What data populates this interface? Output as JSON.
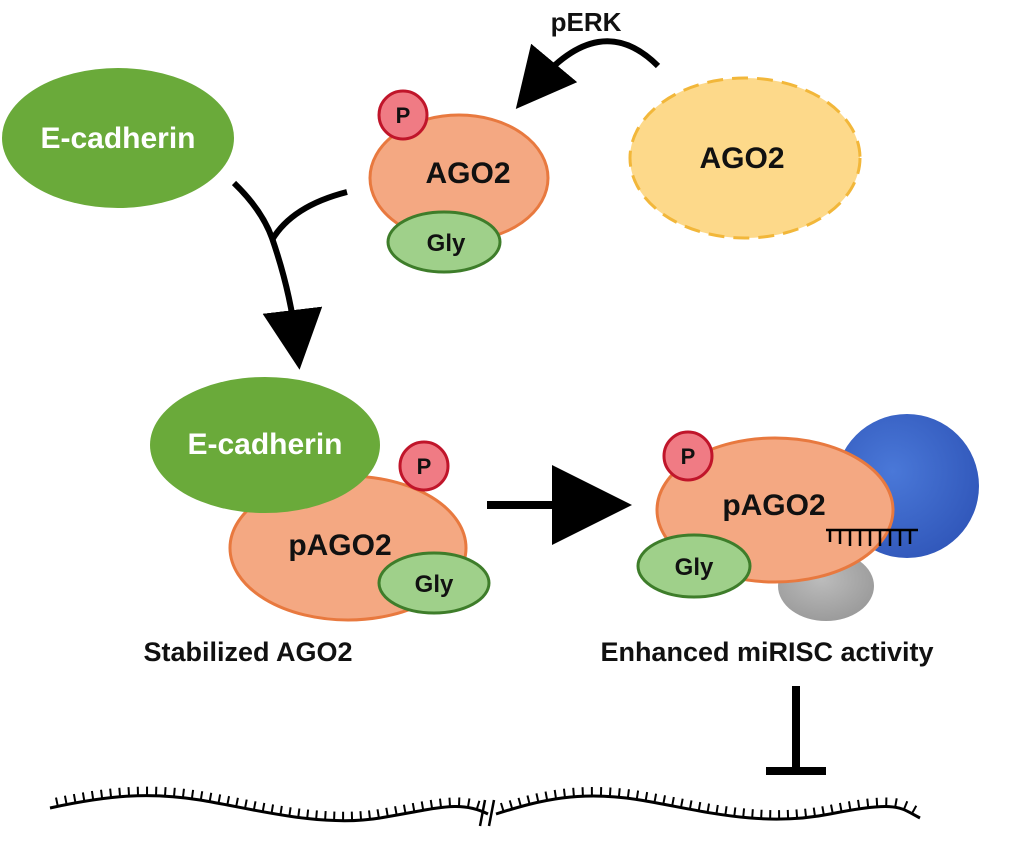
{
  "colors": {
    "ecadherin": "#6aaa3a",
    "ago2": "#f4a882",
    "ago2_stroke": "#e8793f",
    "free_ago2": "#fdd98a",
    "free_ago2_stroke": "#f2b73a",
    "phospho": "#f07b84",
    "phospho_stroke": "#c0152a",
    "gly": "#9fd08a",
    "gly_stroke": "#3e7d2a",
    "mirisc_blue": "#3a64c8",
    "mirisc_gray": "#a8a8a8",
    "arrow": "#000000"
  },
  "nodes": {
    "ecadherin_top": "E-cadherin",
    "ago2_top": "AGO2",
    "ago2_free": "AGO2",
    "p_top": "P",
    "gly_top": "Gly",
    "ecadherin_complex": "E-cadherin",
    "pago2_complex": "pAGO2",
    "p_complex": "P",
    "gly_complex": "Gly",
    "pago2_right": "pAGO2",
    "p_right": "P",
    "gly_right": "Gly"
  },
  "edges": {
    "perk_label": "pERK"
  },
  "captions": {
    "stabilized": "Stabilized AGO2",
    "enhanced": "Enhanced miRISC activity"
  }
}
